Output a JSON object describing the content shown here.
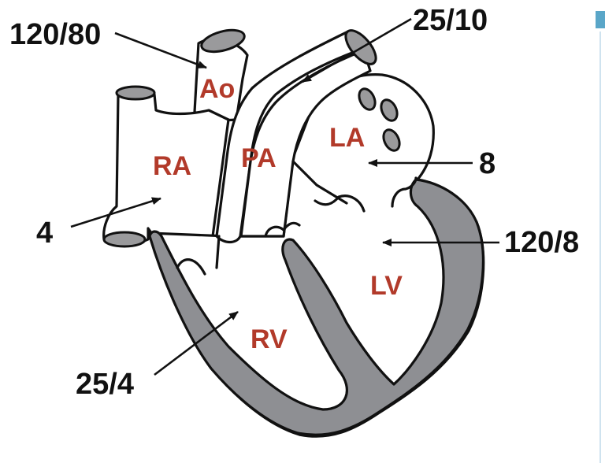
{
  "colors": {
    "label": "#b23a2a",
    "ink": "#111111",
    "myocardium": "#8e8f93",
    "vessel_lumen": "#9a9a9c",
    "edge_accent": "#5aa6c8"
  },
  "chambers": {
    "ao": "Ao",
    "pa": "PA",
    "la": "LA",
    "ra": "RA",
    "lv": "LV",
    "rv": "RV"
  },
  "pressures": {
    "aorta": "120/80",
    "pulmonary_artery": "25/10",
    "left_atrium": "8",
    "right_atrium": "4",
    "left_ventricle": "120/8",
    "right_ventricle": "25/4"
  }
}
